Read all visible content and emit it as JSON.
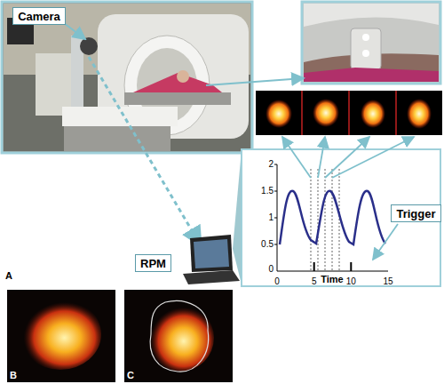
{
  "diagram": {
    "nodes": [
      {
        "text": [
          "Camera"
        ]
      },
      {
        "text": [
          "Trigger"
        ]
      },
      {
        "text": [
          "RPM"
        ]
      }
    ],
    "labels": [
      "2",
      "1.5",
      "1",
      "0.5",
      "0",
      "0",
      "5",
      "10",
      "15",
      "Time",
      "A",
      "B",
      "C"
    ]
  }
}
